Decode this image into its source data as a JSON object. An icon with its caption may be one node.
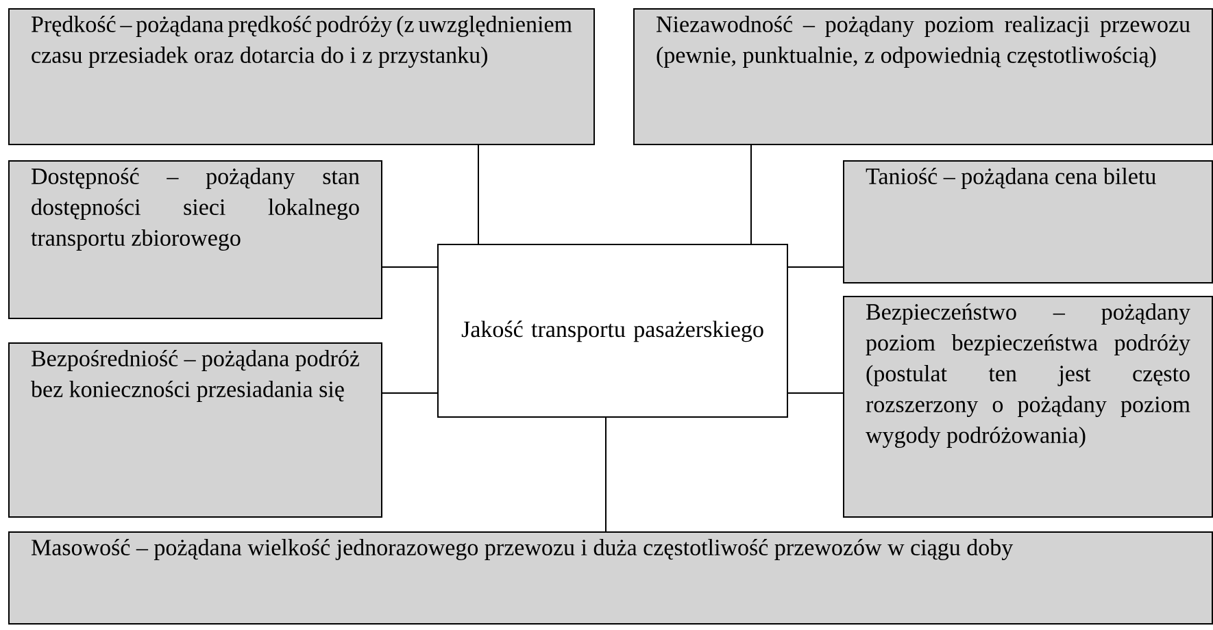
{
  "diagram": {
    "nodes": [
      {
        "text": [
          "Prędkość – pożądana prędkość podróży (z uwzględnieniem czasu przesiadek oraz dotarcia do i z przystanku)"
        ]
      },
      {
        "text": [
          "Niezawodność – pożądany poziom realizacji przewozu (pewnie, punktualnie, z odpowiednią częstotliwością)"
        ]
      },
      {
        "text": [
          "Dostępność – pożądany stan dostępności sieci lokalnego transportu zbiorowego"
        ]
      },
      {
        "text": [
          "Taniość – pożądana cena biletu"
        ]
      },
      {
        "text": [
          "Jakość transportu pasażerskiego"
        ]
      },
      {
        "text": [
          "Bezpieczeństwo – pożądany poziom bezpieczeństwa podróży (postulat ten jest często rozszerzony o pożądany poziom wygody podróżowania)"
        ]
      },
      {
        "text": [
          "Bezpośredniość – pożądana podróż bez konieczności przesiadania się"
        ]
      },
      {
        "text": [
          "Masowość – pożądana wielkość jednorazowego przewozu i duża częstotliwość przewozów w ciągu doby"
        ]
      }
    ],
    "edges": [
      {
        "from": 4,
        "to": 0,
        "arrow": "none"
      },
      {
        "from": 4,
        "to": 1,
        "arrow": "none"
      },
      {
        "from": 4,
        "to": 2,
        "arrow": "none"
      },
      {
        "from": 4,
        "to": 3,
        "arrow": "none"
      },
      {
        "from": 4,
        "to": 6,
        "arrow": "none"
      },
      {
        "from": 4,
        "to": 5,
        "arrow": "none"
      },
      {
        "from": 4,
        "to": 7,
        "arrow": "none"
      }
    ]
  }
}
